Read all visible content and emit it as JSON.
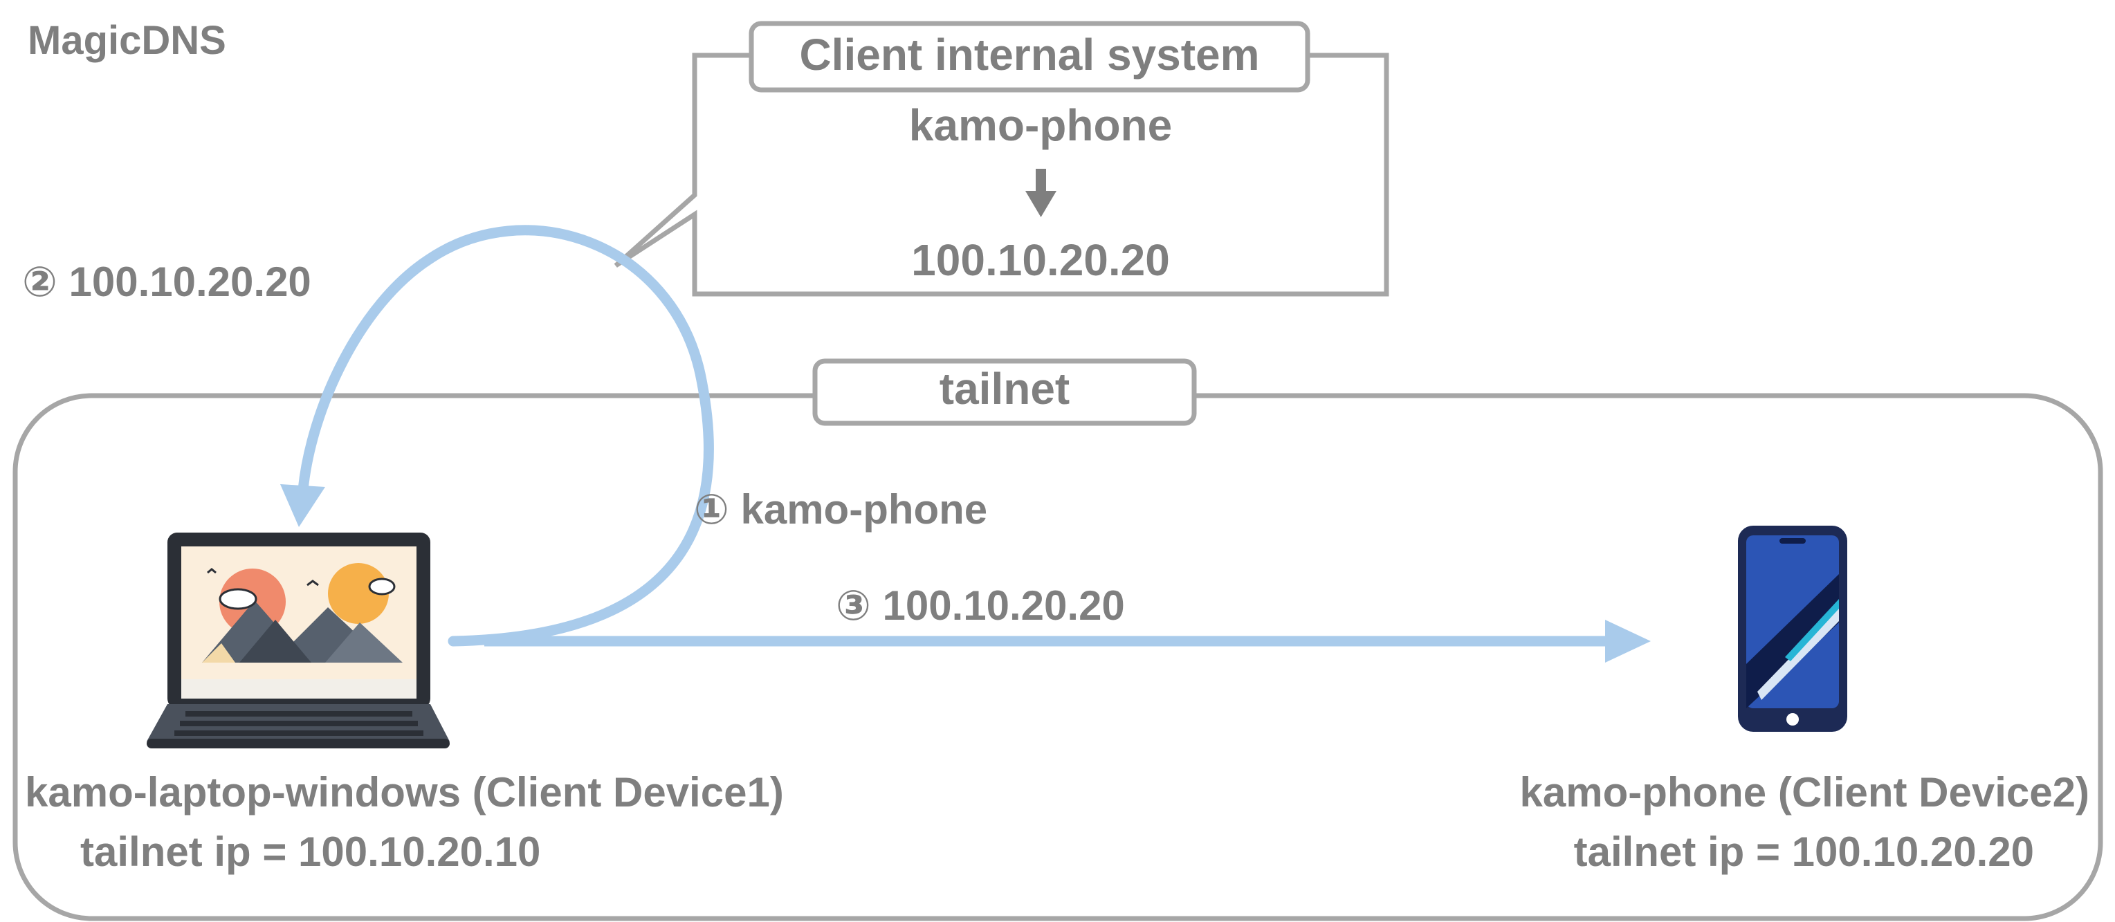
{
  "title": "MagicDNS",
  "callout": {
    "header": "Client internal system",
    "query": "kamo-phone",
    "result": "100.10.20.20",
    "arrow_icon": "arrow-down-icon"
  },
  "network": {
    "label": "tailnet"
  },
  "steps": [
    {
      "text": "② 100.10.20.20"
    },
    {
      "text": "① kamo-phone"
    },
    {
      "text": "③ 100.10.20.20"
    }
  ],
  "devices": {
    "laptop": {
      "icon": "laptop-icon",
      "name": "kamo-laptop-windows (Client Device1)",
      "ip": "tailnet ip = 100.10.20.10"
    },
    "phone": {
      "icon": "smartphone-icon",
      "name": "kamo-phone (Client Device2)",
      "ip": "tailnet ip = 100.10.20.20"
    }
  },
  "colors": {
    "text": "#7f7f7f",
    "border": "#a6a6a6",
    "flow_arrow": "#a9cbeb"
  }
}
